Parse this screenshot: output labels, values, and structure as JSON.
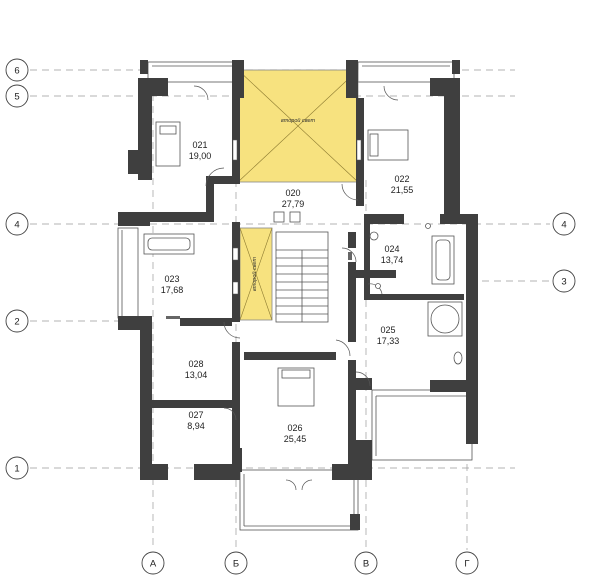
{
  "axes": {
    "rows": [
      {
        "id": "row-6",
        "label": "6"
      },
      {
        "id": "row-5",
        "label": "5"
      },
      {
        "id": "row-4",
        "label": "4"
      },
      {
        "id": "row-3",
        "label": "3"
      },
      {
        "id": "row-2",
        "label": "2"
      },
      {
        "id": "row-1",
        "label": "1"
      }
    ],
    "columns": [
      {
        "id": "col-a",
        "label": "А"
      },
      {
        "id": "col-b",
        "label": "Б"
      },
      {
        "id": "col-v",
        "label": "В"
      },
      {
        "id": "col-g",
        "label": "Г"
      }
    ]
  },
  "rooms": [
    {
      "id": "room-021",
      "number": "021",
      "area": "19,00"
    },
    {
      "id": "room-020",
      "number": "020",
      "area": "27,79"
    },
    {
      "id": "room-022",
      "number": "022",
      "area": "21,55"
    },
    {
      "id": "room-024",
      "number": "024",
      "area": "13,74"
    },
    {
      "id": "room-023",
      "number": "023",
      "area": "17,68"
    },
    {
      "id": "room-025",
      "number": "025",
      "area": "17,33"
    },
    {
      "id": "room-028",
      "number": "028",
      "area": "13,04"
    },
    {
      "id": "room-027",
      "number": "027",
      "area": "8,94"
    },
    {
      "id": "room-026",
      "number": "026",
      "area": "25,45"
    }
  ],
  "voids": [
    {
      "id": "void-main",
      "label": "второй свет"
    },
    {
      "id": "void-stair",
      "label": "второй свет"
    }
  ],
  "colors": {
    "wall": "#3f3f3f",
    "void_fill": "#f7e27f",
    "axis_line": "#9a9a9a"
  }
}
